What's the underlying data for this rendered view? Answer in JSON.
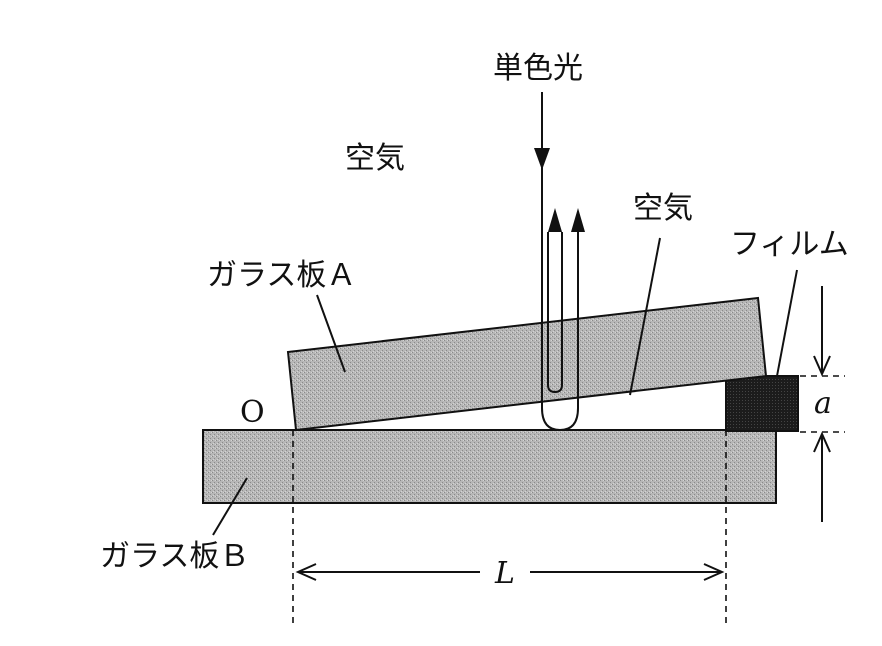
{
  "labels": {
    "light": "単色光",
    "air_outer": "空気",
    "air_gap": "空気",
    "plate_a": "ガラス板Ａ",
    "plate_b": "ガラス板Ｂ",
    "film": "フィルム",
    "origin": "O",
    "thickness": "a",
    "length": "L"
  }
}
